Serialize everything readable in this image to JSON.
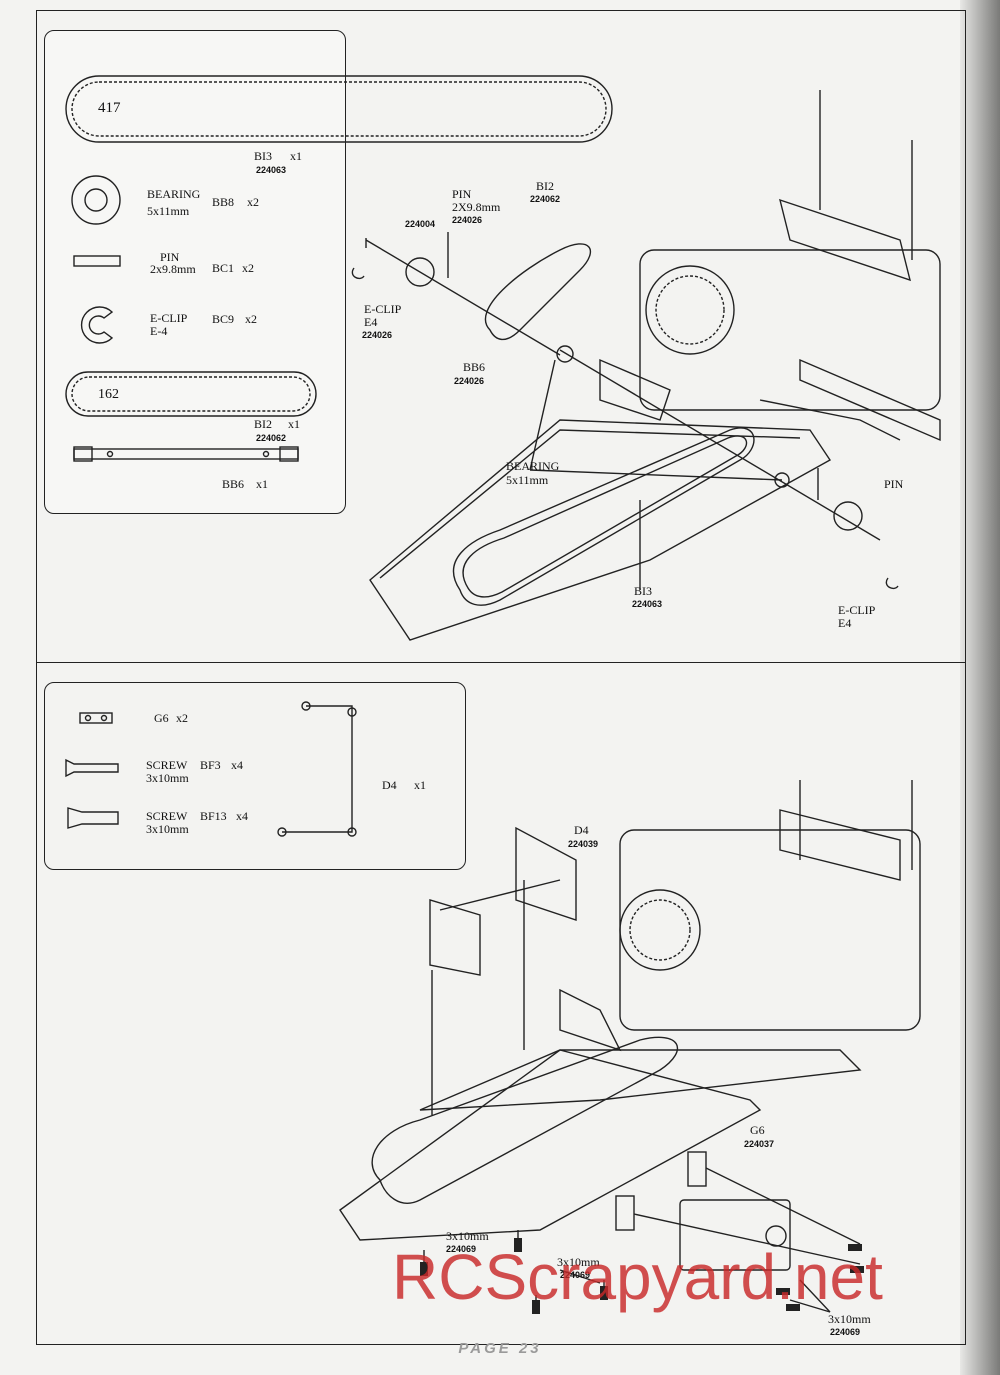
{
  "top_panel": {
    "belt_long": {
      "size": "417",
      "code": "BI3",
      "qty": "x1",
      "part_no": "224063"
    },
    "bearing": {
      "name": "BEARING",
      "spec": "5x11mm",
      "code": "BB8",
      "qty": "x2"
    },
    "pin": {
      "name": "PIN",
      "spec": "2x9.8mm",
      "code": "BC1",
      "qty": "x2"
    },
    "eclip": {
      "name": "E-CLIP",
      "spec": "E-4",
      "code": "BC9",
      "qty": "x2"
    },
    "belt_short": {
      "size": "162",
      "code": "BI2",
      "qty": "x1",
      "part_no": "224062"
    },
    "shaft": {
      "code": "BB6",
      "qty": "x1"
    }
  },
  "top_callouts": {
    "pin": {
      "name": "PIN",
      "spec": "2X9.8mm",
      "part_no": "224026"
    },
    "pulley_no": "224004",
    "bi2": {
      "code": "BI2",
      "part_no": "224062"
    },
    "eclip_left": {
      "name": "E-CLIP",
      "spec": "E4",
      "part_no": "224026"
    },
    "bb6": {
      "code": "BB6",
      "part_no": "224026"
    },
    "bearing": {
      "name": "BEARING",
      "spec": "5x11mm"
    },
    "pin_right": "PIN",
    "bi3": {
      "code": "BI3",
      "part_no": "224063"
    },
    "eclip_right": {
      "name": "E-CLIP",
      "spec": "E4"
    }
  },
  "bottom_panel": {
    "g6": {
      "code": "G6",
      "qty": "x2"
    },
    "screw_bf3": {
      "name": "SCREW",
      "spec": "3x10mm",
      "code": "BF3",
      "qty": "x4"
    },
    "screw_bf13": {
      "name": "SCREW",
      "spec": "3x10mm",
      "code": "BF13",
      "qty": "x4"
    },
    "d4": {
      "code": "D4",
      "qty": "x1"
    }
  },
  "bottom_callouts": {
    "d4": {
      "code": "D4",
      "part_no": "224039"
    },
    "g6": {
      "code": "G6",
      "part_no": "224037"
    },
    "screw_a": {
      "spec": "3x10mm",
      "part_no": "224069"
    },
    "screw_b": {
      "spec": "3x10mm",
      "part_no": "224069"
    },
    "screw_c": {
      "spec": "3x10mm",
      "part_no": "224069"
    }
  },
  "footer": "PAGE 23",
  "watermark": "RCScrapyard.net"
}
